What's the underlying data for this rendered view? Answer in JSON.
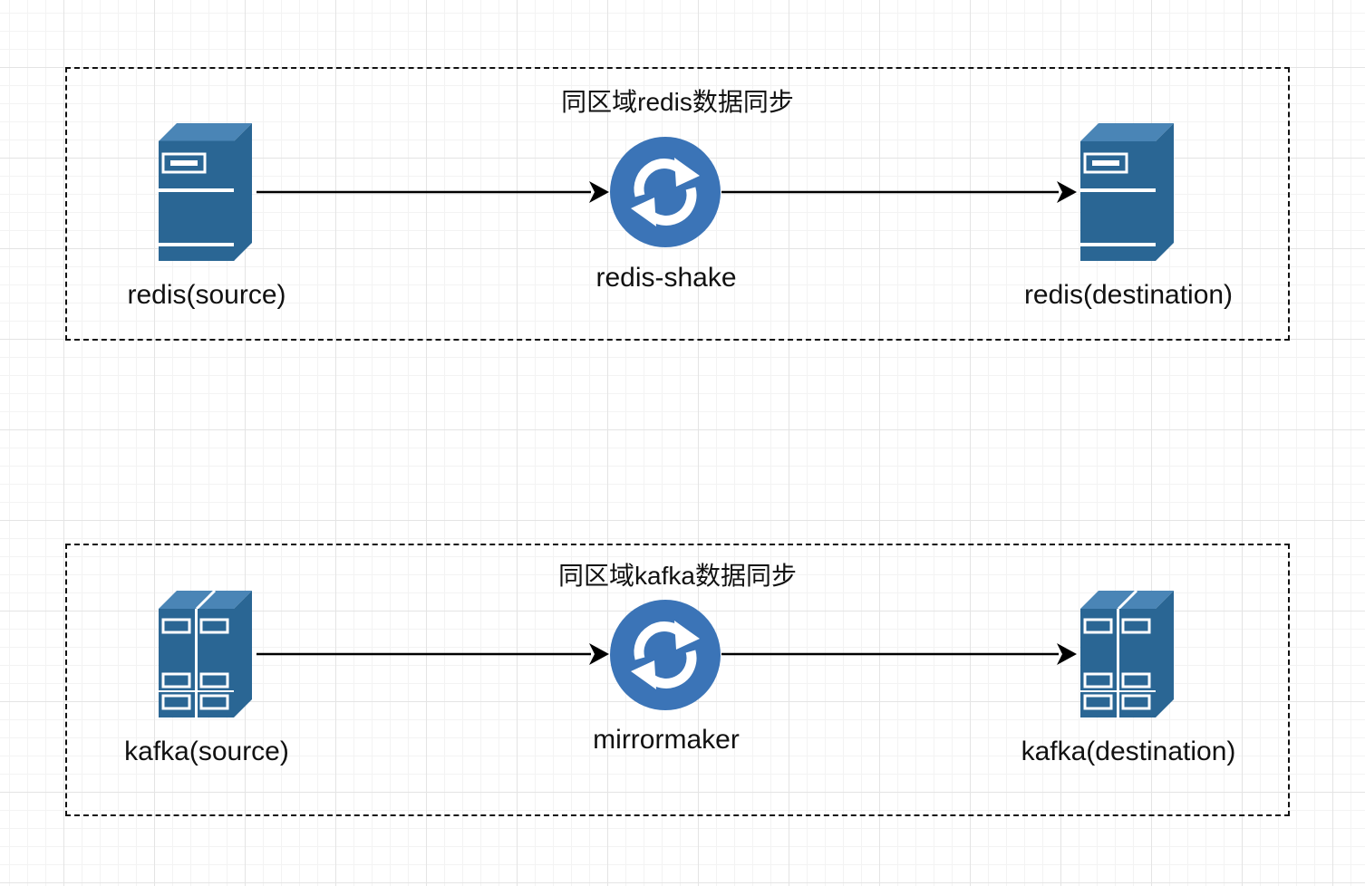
{
  "groups": [
    {
      "title": "同区域redis数据同步",
      "source": {
        "label": "redis(source)",
        "icon": "server-tower-icon"
      },
      "sync": {
        "label": "redis-shake",
        "icon": "sync-icon"
      },
      "destination": {
        "label": "redis(destination)",
        "icon": "server-tower-icon"
      }
    },
    {
      "title": "同区域kafka数据同步",
      "source": {
        "label": "kafka(source)",
        "icon": "server-rack-icon"
      },
      "sync": {
        "label": "mirrormaker",
        "icon": "sync-icon"
      },
      "destination": {
        "label": "kafka(destination)",
        "icon": "server-rack-icon"
      }
    }
  ],
  "colors": {
    "icon": "#2a6694",
    "icon_light": "#4a85b6",
    "sync": "#3b74b7",
    "line": "#000000"
  }
}
